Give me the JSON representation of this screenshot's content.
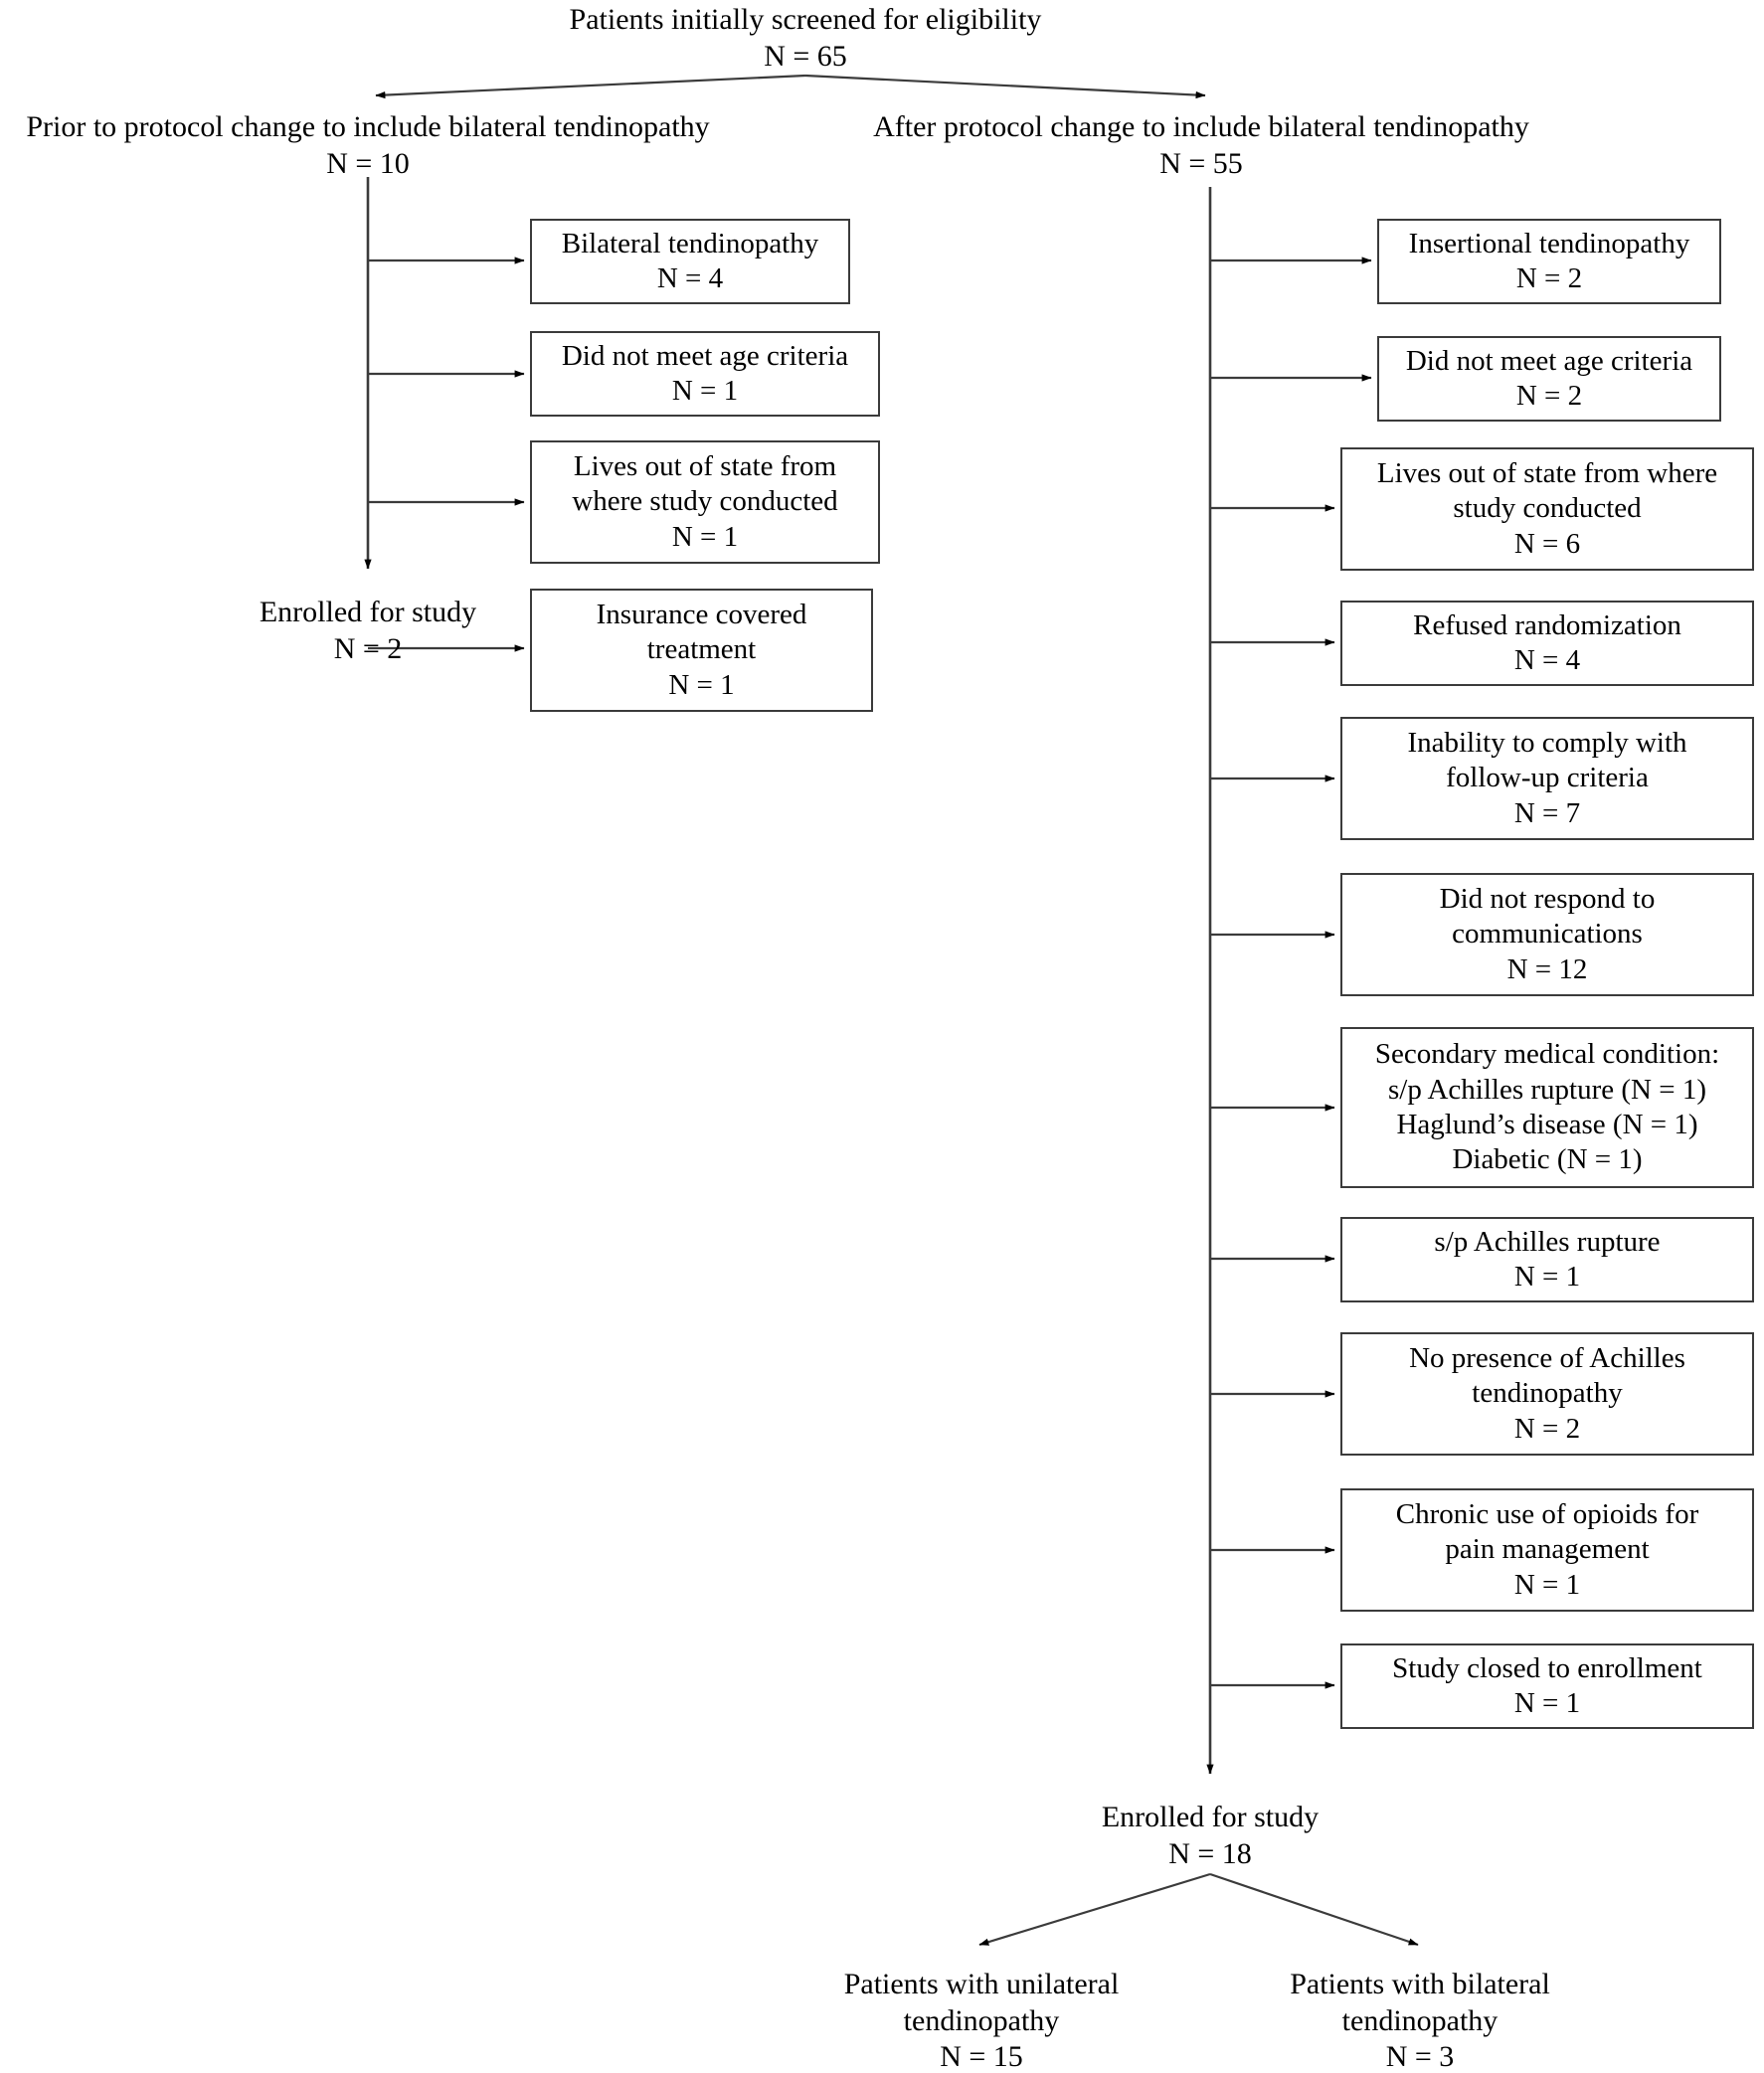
{
  "diagram": {
    "title": "Patient screening and enrollment flow diagram",
    "type": "flowchart",
    "line_color": "#3b3b3b",
    "text_color": "#000000",
    "background_color": "#ffffff"
  },
  "nodes": {
    "root": {
      "label": "Patients initially screened for eligibility",
      "n_label": "N = 65",
      "text": "Patients initially screened for eligibility\nN = 65"
    },
    "left_branch": {
      "label": "Prior to protocol change to include bilateral tendinopathy",
      "n_label": "N = 10",
      "text": "Prior to protocol change to include bilateral tendinopathy\nN = 10"
    },
    "right_branch": {
      "label": "After protocol change to include bilateral tendinopathy",
      "n_label": "N = 55",
      "text": "After protocol change to include bilateral tendinopathy\nN = 55"
    },
    "left_enrolled": {
      "label": "Enrolled for study",
      "n_label": "N = 2",
      "text": "Enrolled for study\nN = 2"
    },
    "right_enrolled": {
      "label": "Enrolled for study",
      "n_label": "N = 18",
      "text": "Enrolled for study\nN = 18"
    },
    "unilateral": {
      "label": "Patients with unilateral tendinopathy",
      "n_label": "N = 15",
      "text": "Patients with unilateral\ntendinopathy\nN = 15"
    },
    "bilateral": {
      "label": "Patients with bilateral tendinopathy",
      "n_label": "N = 3",
      "text": "Patients with bilateral\ntendinopathy\nN = 3"
    }
  },
  "left_exclusions": [
    {
      "label": "Bilateral tendinopathy",
      "n_label": "N = 4",
      "text": "Bilateral tendinopathy\nN = 4"
    },
    {
      "label": "Did not meet age criteria",
      "n_label": "N = 1",
      "text": "Did not meet age criteria\nN = 1"
    },
    {
      "label": "Lives out of state from where study conducted",
      "n_label": "N = 1",
      "text": "Lives out of state from\nwhere study conducted\nN = 1"
    },
    {
      "label": "Insurance covered treatment",
      "n_label": "N = 1",
      "text": "Insurance covered\ntreatment\nN = 1"
    }
  ],
  "right_exclusions": [
    {
      "label": "Insertional tendinopathy",
      "n_label": "N = 2",
      "text": "Insertional tendinopathy\nN = 2"
    },
    {
      "label": "Did not meet age criteria",
      "n_label": "N = 2",
      "text": "Did not meet age criteria\nN = 2"
    },
    {
      "label": "Lives out of state from where study conducted",
      "n_label": "N = 6",
      "text": "Lives out of state from where\nstudy conducted\nN = 6"
    },
    {
      "label": "Refused randomization",
      "n_label": "N = 4",
      "text": "Refused randomization\nN = 4"
    },
    {
      "label": "Inability to comply with follow-up criteria",
      "n_label": "N = 7",
      "text": "Inability to comply with\nfollow-up criteria\nN = 7"
    },
    {
      "label": "Did not respond to communications",
      "n_label": "N = 12",
      "text": "Did not respond to\ncommunications\nN = 12"
    },
    {
      "label": "Secondary medical condition",
      "n_label": "",
      "text": "Secondary medical condition:\ns/p Achilles rupture (N = 1)\nHaglund’s disease (N = 1)\nDiabetic (N = 1)"
    },
    {
      "label": "s/p Achilles rupture",
      "n_label": "N = 1",
      "text": "s/p Achilles rupture\nN = 1"
    },
    {
      "label": "No presence of Achilles tendinopathy",
      "n_label": "N = 2",
      "text": "No presence of Achilles\ntendinopathy\nN = 2"
    },
    {
      "label": "Chronic use of opioids for pain management",
      "n_label": "N = 1",
      "text": "Chronic use of opioids for\npain management\nN = 1"
    },
    {
      "label": "Study closed to enrollment",
      "n_label": "N = 1",
      "text": "Study closed to enrollment\nN = 1"
    }
  ]
}
